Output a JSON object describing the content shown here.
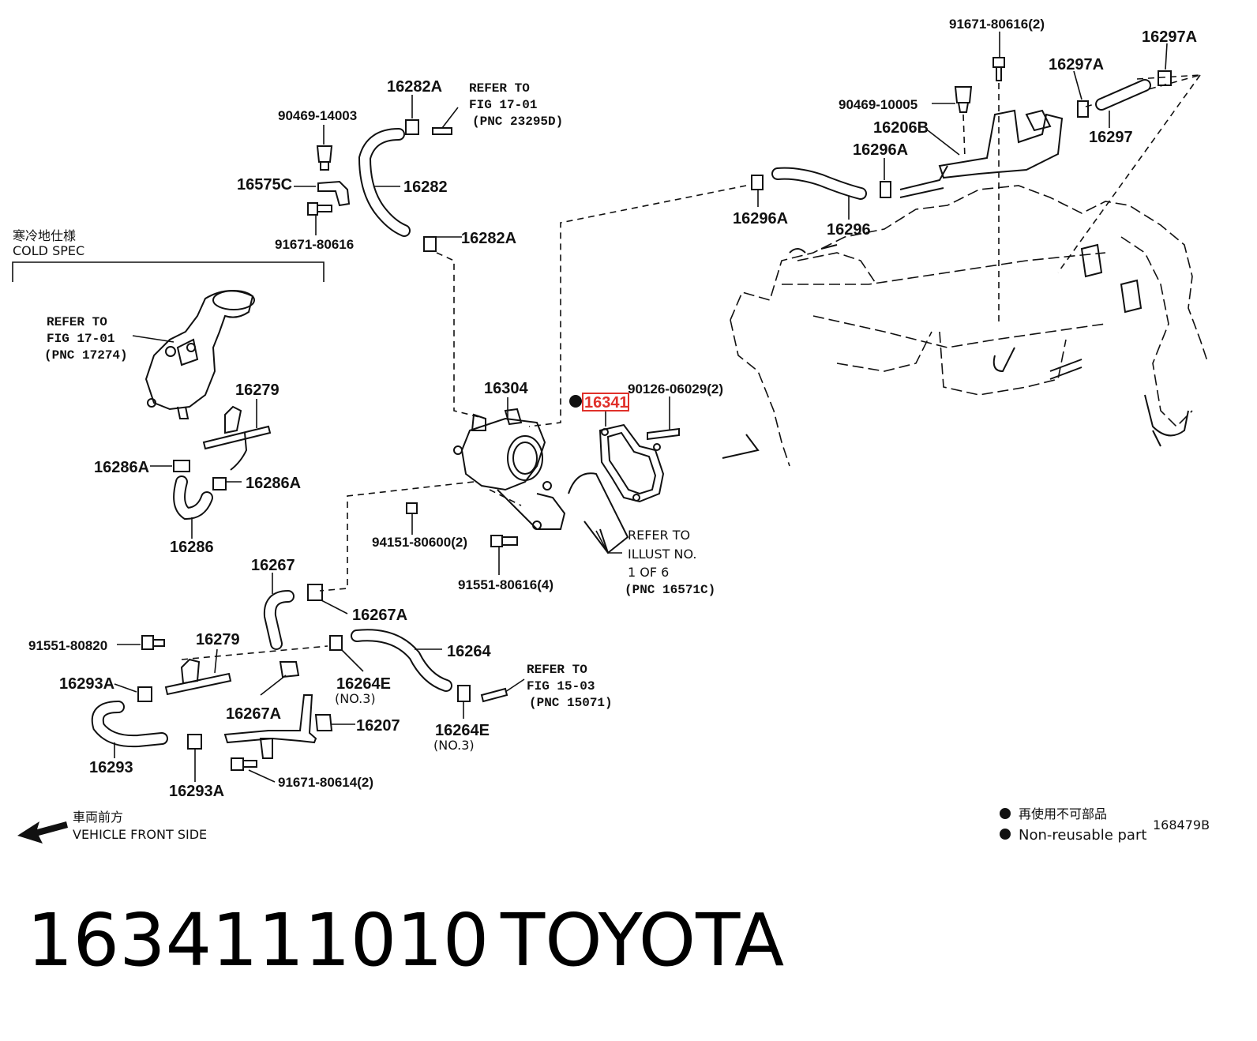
{
  "diagram_id": "168479B",
  "cold_spec": {
    "ja": "寒冷地仕様",
    "en": "COLD SPEC"
  },
  "labels": {
    "l_91671_80616_2": "91671-80616(2)",
    "l_16297A_top": "16297A",
    "l_16297A_mid": "16297A",
    "l_16297": "16297",
    "l_90469_10005": "90469-10005",
    "l_16206B": "16206B",
    "l_16296A_right": "16296A",
    "l_16296A_left": "16296A",
    "l_16296": "16296",
    "l_16282A_top": "16282A",
    "l_90469_14003": "90469-14003",
    "l_16575C": "16575C",
    "l_16282": "16282",
    "l_91671_80616": "91671-80616",
    "l_16282A_bot": "16282A",
    "l_16304": "16304",
    "l_16341": "16341",
    "l_90126_06029_2": "90126-06029(2)",
    "l_16279_top": "16279",
    "l_16286A_left": "16286A",
    "l_16286A_right": "16286A",
    "l_16286": "16286",
    "l_94151_80600_2": "94151-80600(2)",
    "l_91551_80616_4": "91551-80616(4)",
    "l_16267": "16267",
    "l_16267A_top": "16267A",
    "l_91551_80820": "91551-80820",
    "l_16279_bot": "16279",
    "l_16264": "16264",
    "l_16293A_left": "16293A",
    "l_16264E_left": "16264E",
    "l_no3_left": "(NO.3)",
    "l_16267A_bot": "16267A",
    "l_16207": "16207",
    "l_16264E_right": "16264E",
    "l_no3_right": "(NO.3)",
    "l_16293": "16293",
    "l_16293A_bot": "16293A",
    "l_91671_80614_2": "91671-80614(2)"
  },
  "refers": {
    "r1": {
      "line1": "REFER TO",
      "line2": "FIG 17-01",
      "line3": "(PNC 23295D)"
    },
    "r2": {
      "line1": "REFER TO",
      "line2": "FIG 17-01",
      "line3": "(PNC 17274)"
    },
    "r3": {
      "line1": "REFER TO",
      "line2": "ILLUST NO.",
      "line3": "1 OF 6",
      "line4": "(PNC 16571C)"
    },
    "r4": {
      "line1": "REFER TO",
      "line2": "FIG 15-03",
      "line3": "(PNC 15071)"
    }
  },
  "vehicle_front": {
    "ja": "車両前方",
    "en": "VEHICLE FRONT SIDE"
  },
  "legend": {
    "ja": "再使用不可部品",
    "en": "Non-reusable part"
  },
  "caption": {
    "part_number": "1634111010",
    "brand": "TOYOTA"
  },
  "colors": {
    "highlight": "#e0302a",
    "ink": "#111111"
  }
}
